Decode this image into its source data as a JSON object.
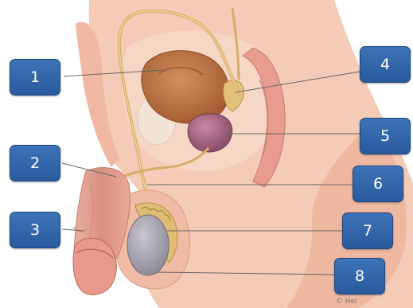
{
  "labels": [
    "1",
    "2",
    "3",
    "4",
    "5",
    "6",
    "7",
    "8"
  ],
  "credit": "© Hei",
  "colors": {
    "label_box": "#3366aa",
    "leader_line": "#666666",
    "skin": "#f3c6b0",
    "skin_dark": "#e0a08e",
    "duct": "#d9b070"
  }
}
